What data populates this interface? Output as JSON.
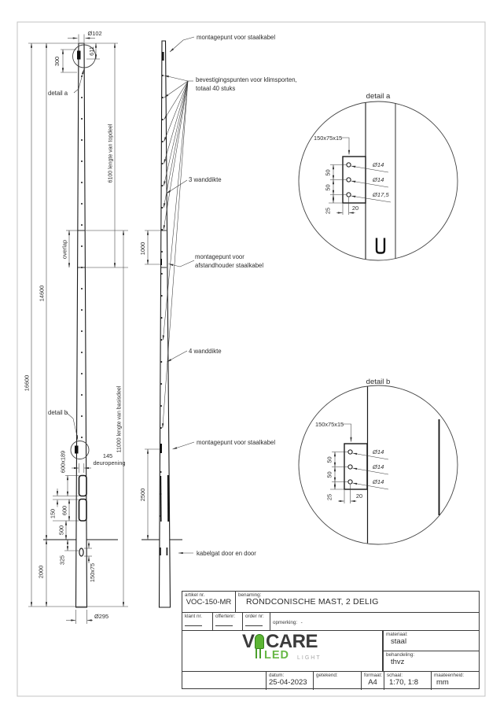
{
  "front": {
    "detail_a": "detail a",
    "detail_b": "detail b",
    "dia_top": "Ø102",
    "dim_611": "611",
    "dim_300": "300",
    "total_height": "16600",
    "above_ground": "14600",
    "top_section": "6100 lengte van topdeel",
    "overlap": "overlap",
    "base_section": "11000 lengte van basisdeel",
    "door_size": "600x189",
    "door_width": "145",
    "door_width_word": "deuropening",
    "gap": "150",
    "lower_door": "600",
    "below_door": "500",
    "cable_offset": "325",
    "below_ground": "2000",
    "cable_hole": "150x75",
    "dia_bottom": "Ø295"
  },
  "side": {
    "top_mount": "montagepunt voor staalkabel",
    "climb1": "bevestigingspunten voor klimsporten,",
    "climb2": "totaal 40 stuks",
    "wall3": "3 wanddikte",
    "dim_1000": "1000",
    "spacer1": "montagepunt voor",
    "spacer2": "afstandhouder staalkabel",
    "wall4": "4 wanddikte",
    "mid_mount": "montagepunt voor staalkabel",
    "dim_2500": "2500",
    "cable": "kabelgat door en door"
  },
  "detail_a": {
    "title": "detail a",
    "plate": "150x75x15",
    "hole1": "Ø14",
    "hole2": "Ø14",
    "hole3": "Ø17,5",
    "s50a": "50",
    "s50b": "50",
    "s25": "25",
    "s20": "20"
  },
  "detail_b": {
    "title": "detail b",
    "plate": "150x75x15",
    "hole1": "Ø14",
    "hole2": "Ø14",
    "hole3": "Ø14",
    "s50a": "50",
    "s50b": "50",
    "s25": "25",
    "s20": "20"
  },
  "title_block": {
    "artikel_label": "artikel nr.",
    "artikel_value": "VOC-150-MR",
    "benaming_label": "benaming:",
    "benaming_value": "RONDCONISCHE MAST, 2 DELIG",
    "klant_label": "klant nr.",
    "offerte_label": "offertenr:",
    "order_label": "order nr:",
    "opmerking_label": "opmerking:",
    "opmerking_value": "-",
    "materiaal_label": "materiaal:",
    "materiaal_value": "staal",
    "behandeling_label": "behandeling:",
    "behandeling_value": "thvz",
    "datum_label": "datum:",
    "datum_value": "25-04-2023",
    "getekend_label": "getekend:",
    "getekend_value": "",
    "formaat_label": "formaat:",
    "formaat_value": "A4",
    "schaal_label": "schaal:",
    "schaal_value": "1:70, 1:8",
    "maateenheid_label": "maateenheid:",
    "maateenheid_value": "mm",
    "logo": {
      "v": "V",
      "care": "CARE",
      "led": "LED",
      "light": "LIGHT"
    }
  },
  "colors": {
    "line": "#3a3a3a",
    "mast": "#1a1a1a",
    "frame": "#c3c3c3",
    "logo_green": "#5cb434",
    "logo_green_dark": "#35831c",
    "logo_gray": "#a7a7a7",
    "text": "#2d2d2d"
  }
}
